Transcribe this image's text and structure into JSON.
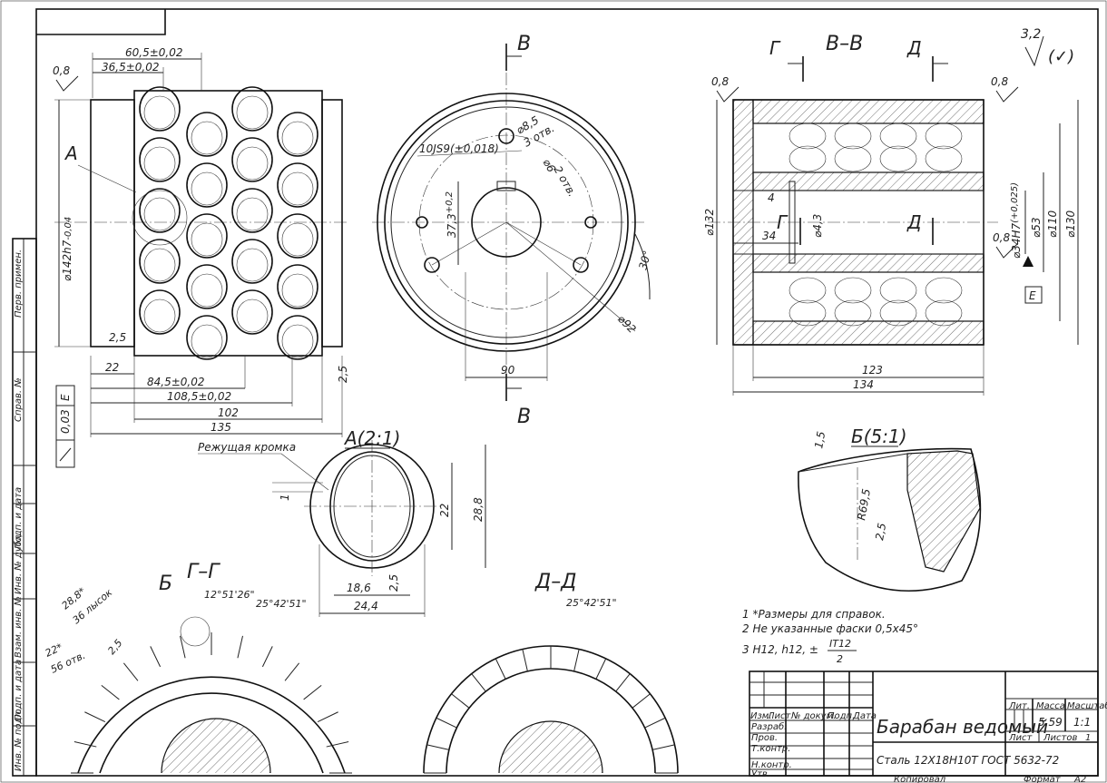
{
  "views": {
    "front": {
      "label_a": "А",
      "dims": {
        "d1": "60,5±0,02",
        "d2": "36,5±0,02",
        "rough": "0,8",
        "dia": "⌀142h7",
        "dia_tol": "-0,04",
        "r25": "2,5",
        "d22": "22",
        "d845": "84,5±0,02",
        "d1085": "108,5±0,02",
        "d102": "102",
        "d135": "135",
        "r25b": "2,5"
      }
    },
    "side": {
      "label_top": "В",
      "label_bottom": "В",
      "dims": {
        "keyway": "10JS9(±0,018)",
        "hole85": "⌀8,5",
        "hole85_cnt": "3 отв.",
        "hole6": "⌀6",
        "hole6_cnt": "2 отв.",
        "d373": "37,3",
        "d373_tol": "+0,2",
        "angle30": "30°",
        "d92": "⌀92",
        "d90": "90"
      }
    },
    "section_bb": {
      "title": "В–В",
      "cut_g": "Г",
      "cut_d": "Д",
      "cut_g2": "Г",
      "cut_d2": "Д",
      "rough1": "0,8",
      "rough2": "0,8",
      "rough3": "0,8",
      "dims": {
        "d132": "⌀132",
        "d4": "4",
        "d34": "34",
        "d43": "⌀4,3",
        "d34h7": "⌀34H7",
        "d34h7_tol": "(+0,025)",
        "d53": "⌀53",
        "d110": "⌀110",
        "d130": "⌀130",
        "d123": "123",
        "d134": "134",
        "base_e": "Е"
      }
    },
    "detail_a": {
      "title": "А(2:1)",
      "note": "Режущая кромка",
      "dims": {
        "d1": "1",
        "d22": "22",
        "d288": "28,8",
        "d186": "18,6",
        "d25": "2,5",
        "d244": "24,4"
      }
    },
    "detail_b": {
      "title": "Б(5:1)",
      "dims": {
        "d15": "1,5",
        "r695": "R69,5",
        "d25": "2,5"
      }
    },
    "section_gg": {
      "title": "Г–Г",
      "label_b": "Б",
      "dims": {
        "a1": "12°51'26\"",
        "a2": "25°42'51\"",
        "d288": "28,8*",
        "cnt1": "36 лысок",
        "d22": "22*",
        "cnt2": "56 отв.",
        "d25": "2,5"
      }
    },
    "section_dd": {
      "title": "Д–Д",
      "dims": {
        "a1": "25°42'51\""
      }
    }
  },
  "roughness": {
    "value": "3,2",
    "mark": "(✓)"
  },
  "tolerance_frame": {
    "value": "0,03",
    "base": "Е"
  },
  "notes": [
    "1 *Размеры для справок.",
    "2 Не указанные фаски 0,5х45°",
    "3 H12, h12, ±"
  ],
  "note_fraction": {
    "num": "IT12",
    "den": "2"
  },
  "side_stamps": [
    "Перв. примен.",
    "Справ. №",
    "Подп. и дата",
    "Инв. № дубл.",
    "Взам. инв. №",
    "Подп. и дата",
    "Инв. № подл."
  ],
  "title_block": {
    "name": "Барабан ведомый",
    "material": "Сталь 12Х18Н10Т ГОСТ 5632-72",
    "hdr_izm": "Изм.",
    "hdr_list": "Лист",
    "hdr_doc": "№ докум.",
    "hdr_podp": "Подп.",
    "hdr_data": "Дата",
    "razrab": "Разраб.",
    "prov": "Пров.",
    "tkontr": "Т.контр.",
    "nkontr": "Н.контр.",
    "utv": "Утв.",
    "lit": "Лит.",
    "massa": "Масса",
    "masshtab": "Масштаб",
    "mass_val": "5,59",
    "scale_val": "1:1",
    "list_lbl": "Лист",
    "listov_lbl": "Листов",
    "listov_val": "1",
    "kopiroval": "Копировал",
    "format": "Формат",
    "format_val": "А2"
  }
}
